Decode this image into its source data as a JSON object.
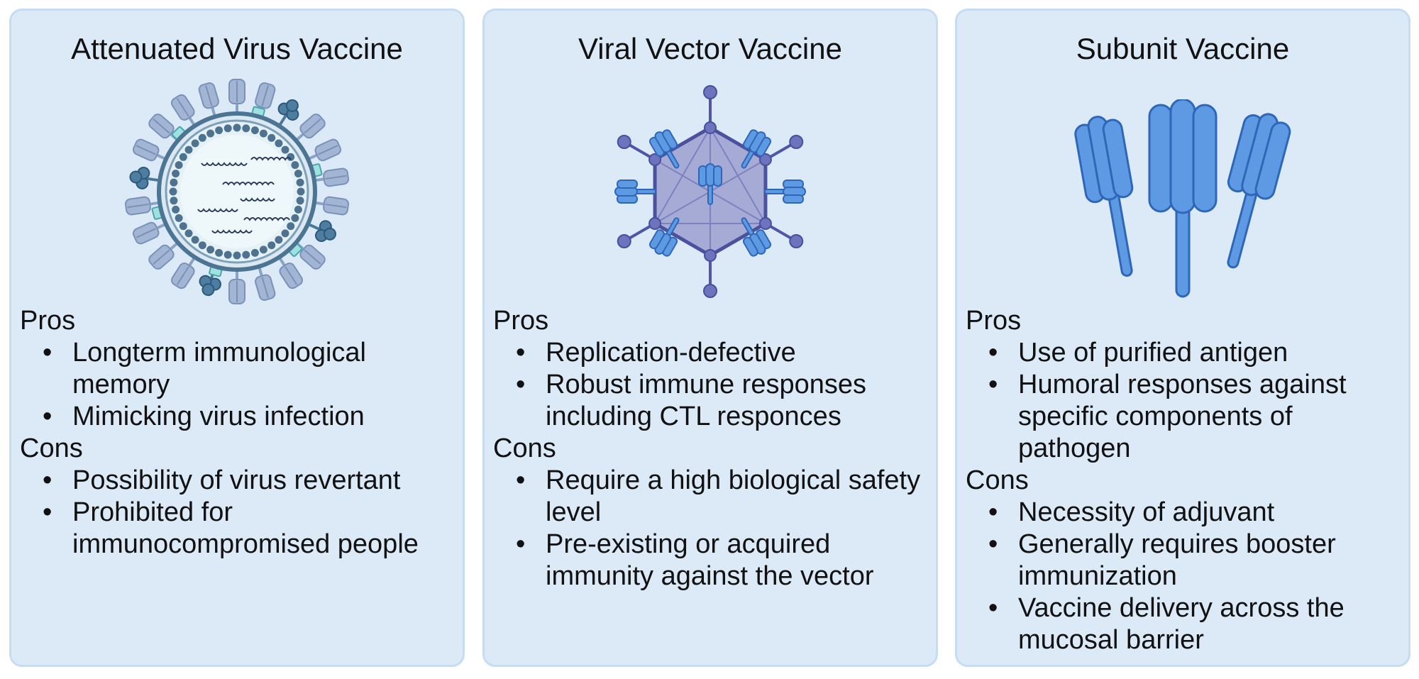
{
  "panels": [
    {
      "title": "Attenuated Virus Vaccine",
      "pros_label": "Pros",
      "pros": [
        "Longterm immunological memory",
        "Mimicking virus infection"
      ],
      "cons_label": "Cons",
      "cons": [
        "Possibility of virus revertant",
        "Prohibited for immunocompromised people"
      ]
    },
    {
      "title": "Viral Vector Vaccine",
      "pros_label": "Pros",
      "pros": [
        "Replication-defective",
        "Robust immune responses including CTL responces"
      ],
      "cons_label": "Cons",
      "cons": [
        "Require a high biological safety level",
        "Pre-existing or acquired immunity against the vector"
      ]
    },
    {
      "title": "Subunit Vaccine",
      "pros_label": "Pros",
      "pros": [
        "Use of purified antigen",
        "Humoral responses against specific components of pathogen"
      ],
      "cons_label": "Cons",
      "cons": [
        "Necessity of adjuvant",
        "Generally requires booster immunization",
        "Vaccine delivery across the mucosal barrier"
      ]
    }
  ]
}
